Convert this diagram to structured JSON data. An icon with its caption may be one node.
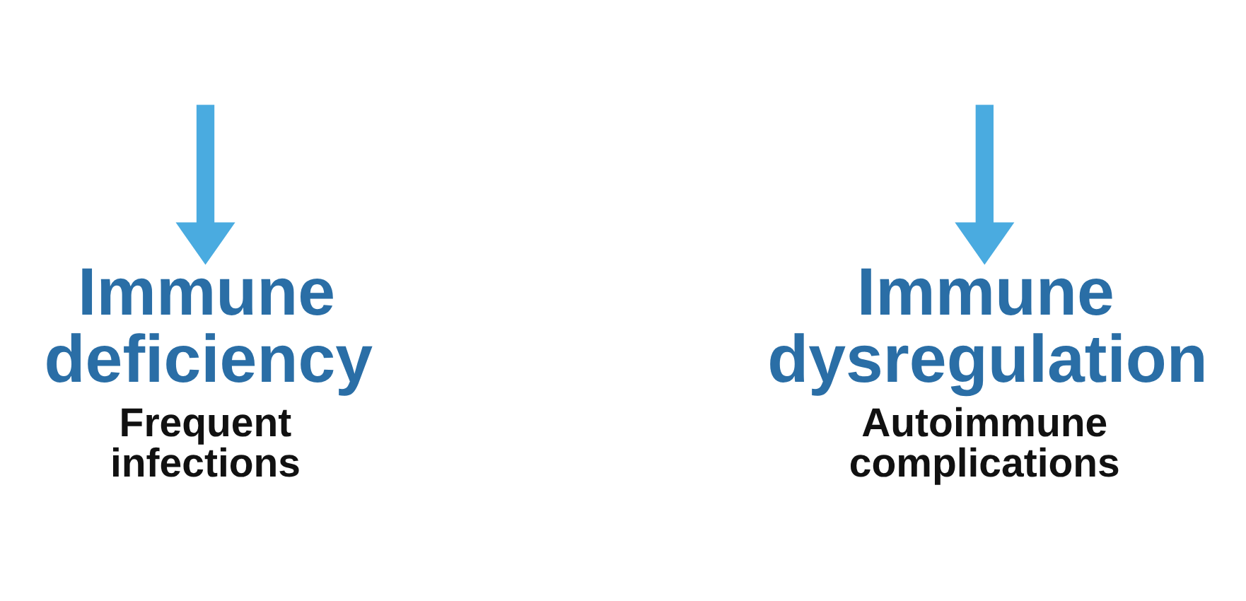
{
  "diagram": {
    "nodes": [
      {
        "text": [
          "Immune deficiency",
          "Frequent infections"
        ]
      },
      {
        "text": [
          "Immune dysregulation",
          "Autoimmune complications"
        ]
      }
    ],
    "edges": [
      {
        "from": null,
        "to": 0,
        "arrow": "to"
      },
      {
        "from": null,
        "to": 1,
        "arrow": "to"
      }
    ]
  }
}
